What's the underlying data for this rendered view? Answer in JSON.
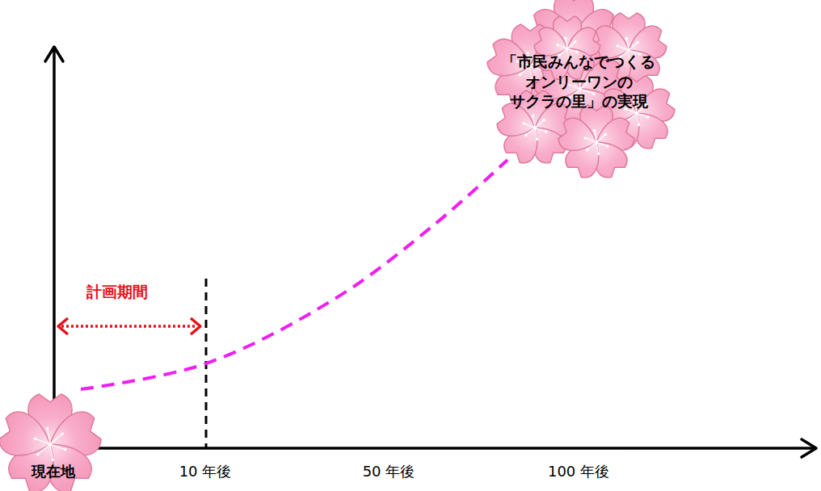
{
  "diagram": {
    "nodes": [
      {
        "text": [
          "現在地"
        ]
      },
      {
        "text": [
          "「市民みんなでつくる オンリーワンの サクラの里」の実現"
        ]
      }
    ],
    "edges": [
      {
        "from": 0,
        "to": 1,
        "arrow": "none"
      }
    ],
    "labels": [
      "計画期間",
      "10 年後",
      "50 年後",
      "100 年後"
    ]
  }
}
